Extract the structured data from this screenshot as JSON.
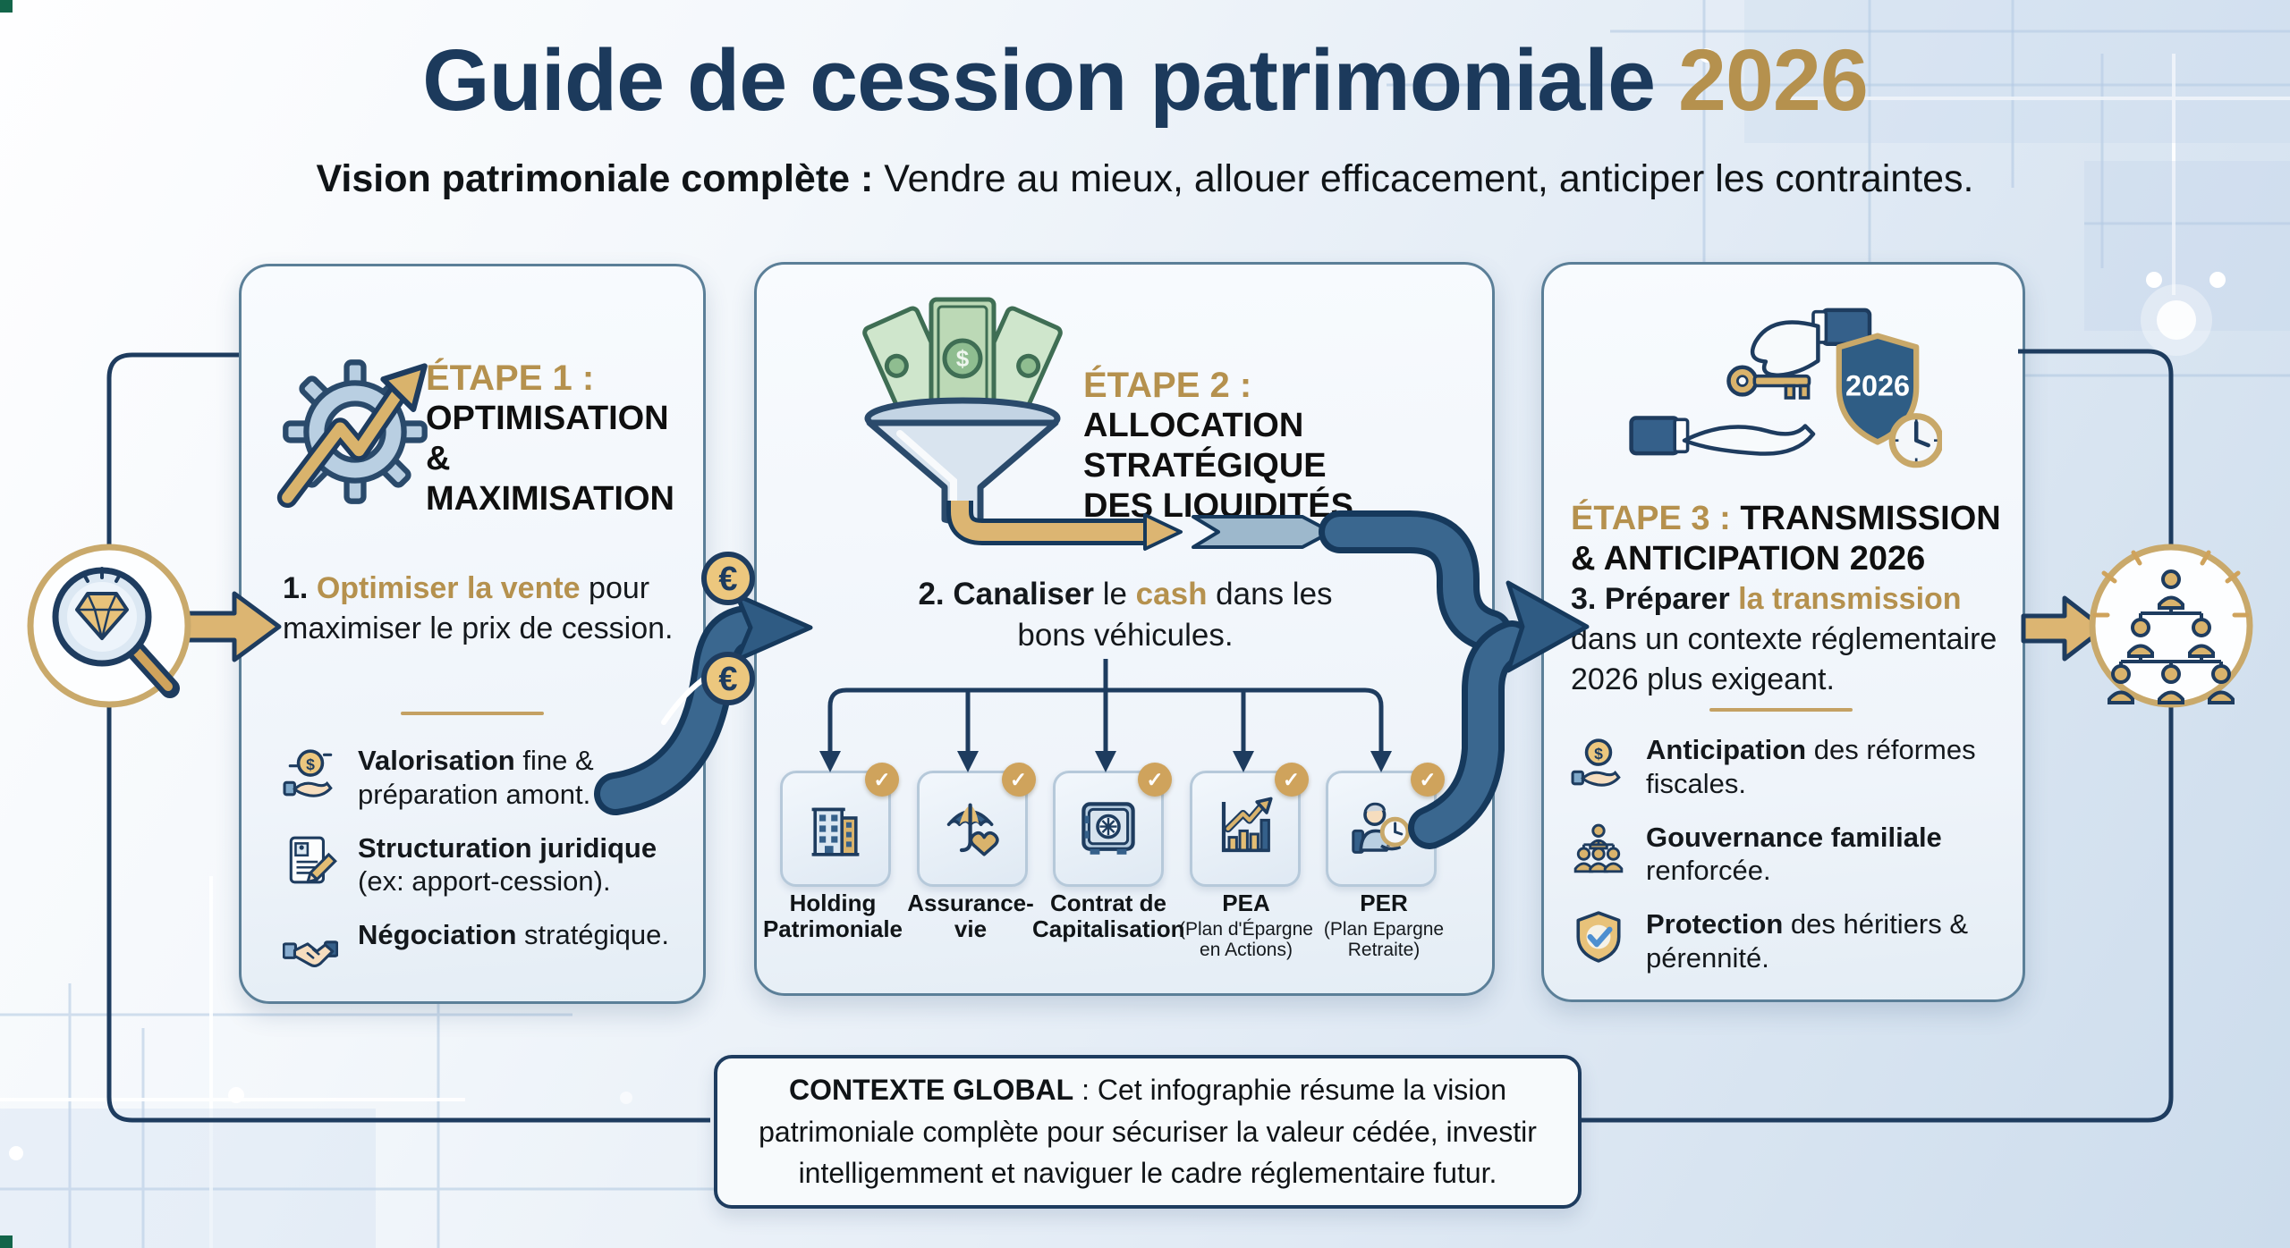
{
  "title": {
    "main": "Guide de cession patrimoniale ",
    "year": "2026"
  },
  "subtitle": {
    "bold": "Vision patrimoniale complète :",
    "rest": " Vendre au mieux, allouer efficacement, anticiper les contraintes."
  },
  "colors": {
    "navy": "#1c3a5c",
    "gold": "#b5914e",
    "gold_fill": "#dcb572",
    "panel_border": "#5b7f98",
    "ribbon": "#2f5b83",
    "background": "#dde8f3"
  },
  "ui": {
    "check": "✓",
    "euro": "€",
    "dollar": "$"
  },
  "step1": {
    "etape": "ÉTAPE 1 :",
    "title_line1": "OPTIMISATION &",
    "title_line2": "MAXIMISATION",
    "icon": "gear-growth-icon",
    "para": {
      "num": "1. ",
      "highlight": "Optimiser la vente",
      "rest": " pour maximiser le prix de cession."
    },
    "bullets": [
      {
        "icon": "coin-hand-icon",
        "bold": "Valorisation",
        "rest": " fine & préparation amont."
      },
      {
        "icon": "document-pencil-icon",
        "bold": "Structuration juridique",
        "rest": " (ex: apport-cession)."
      },
      {
        "icon": "handshake-icon",
        "bold": "Négociation",
        "rest": " stratégique."
      }
    ]
  },
  "step2": {
    "etape": "ÉTAPE 2 :",
    "title_line1": "ALLOCATION",
    "title_line2": "STRATÉGIQUE",
    "title_line3": "DES LIQUIDITÉS",
    "icon": "funnel-cash-icon",
    "para": {
      "num": "2. ",
      "bold": "Canaliser",
      "mid": " le ",
      "highlight": "cash",
      "rest": " dans les bons véhicules."
    },
    "vehicles": [
      {
        "icon": "building-icon",
        "label": "Holding Patrimoniale"
      },
      {
        "icon": "umbrella-heart-icon",
        "label": "Assurance-vie"
      },
      {
        "icon": "vault-icon",
        "label": "Contrat de Capitalisation"
      },
      {
        "icon": "chart-growth-icon",
        "label": "PEA",
        "sub": "(Plan d'Épargne en Actions)"
      },
      {
        "icon": "retirement-person-clock-icon",
        "label": "PER",
        "sub": "(Plan Epargne Retraite)"
      }
    ]
  },
  "step3": {
    "etape": "ÉTAPE 3 : ",
    "title_rest": "TRANSMISSION & ANTICIPATION 2026",
    "icon": "key-handover-shield-icon",
    "shield_year": "2026",
    "para": {
      "num": "3. ",
      "bold": "Préparer ",
      "highlight": "la transmission",
      "rest": " dans un contexte réglementaire 2026 plus exigeant."
    },
    "bullets": [
      {
        "icon": "coin-hand-icon",
        "bold": "Anticipation",
        "rest": " des réformes fiscales."
      },
      {
        "icon": "family-tree-icon",
        "bold": "Gouvernance familiale",
        "rest": " renforcée."
      },
      {
        "icon": "shield-check-icon",
        "bold": "Protection",
        "rest": " des héritiers & pérennité."
      }
    ]
  },
  "connectors": {
    "left_circle_icon": "magnifier-diamond-icon",
    "right_circle_icon": "family-tree-icon",
    "between_1_2": "s-curve-arrow-with-euro-coins",
    "between_2_3": "merging-y-arrow"
  },
  "footer": {
    "bold": "CONTEXTE GLOBAL",
    "rest": " : Cet infographie résume la vision patrimoniale complète pour sécuriser la valeur cédée, investir intelligemment et naviguer le cadre réglementaire futur."
  }
}
